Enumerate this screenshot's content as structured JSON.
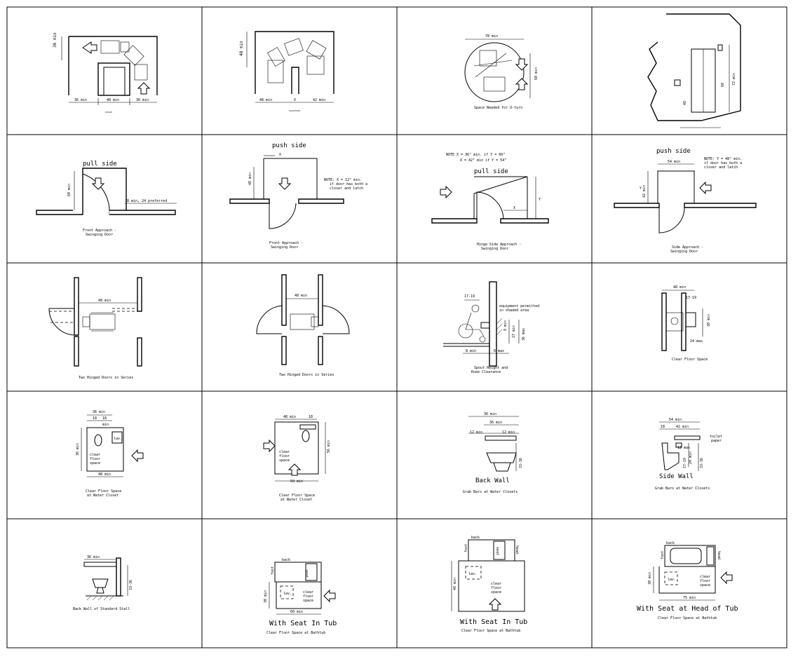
{
  "cells": [
    {
      "id": "r1c1",
      "dims": [
        "36 min",
        "36 min",
        "48 min",
        "36 min"
      ],
      "caption": ""
    },
    {
      "id": "r1c2",
      "dims": [
        "48 min",
        "48 min",
        "X",
        "42 min"
      ],
      "caption": ""
    },
    {
      "id": "r1c3",
      "dims": [
        "78 min",
        "60 min"
      ],
      "caption": "Space Needed for U-turn"
    },
    {
      "id": "r1c4",
      "dims": [
        "48",
        "60",
        "72 min"
      ],
      "caption": ""
    },
    {
      "id": "r2c1",
      "heading": "pull side",
      "dims": [
        "60 min",
        "18 min, 24 preferred"
      ],
      "caption": [
        "Front Approach -",
        "Swinging Door"
      ]
    },
    {
      "id": "r2c2",
      "heading": "push side",
      "dims": [
        "X",
        "48 min"
      ],
      "note": [
        "NOTE: X = 12\" min.",
        "if door has both a",
        "closer and latch"
      ],
      "caption": [
        "Front Approach -",
        "Swinging Door"
      ]
    },
    {
      "id": "r2c3",
      "note": [
        "NOTE X = 36\" min. if Y = 60\"",
        "X = 42\" min if Y = 54\""
      ],
      "heading": "pull side",
      "dims": [
        "X",
        "Y"
      ],
      "caption": [
        "Hinge Side Approach -",
        "Swinging Door"
      ]
    },
    {
      "id": "r2c4",
      "heading": "push side",
      "note": [
        "NOTE: Y = 48\" min.",
        "if door has both a",
        "closer and latch"
      ],
      "dims": [
        "54 min",
        "Y",
        "42 min"
      ],
      "caption": [
        "Side Approach -",
        "Swinging Door"
      ]
    },
    {
      "id": "r3c1",
      "dims": [
        "48 min"
      ],
      "caption": "Two Hinged Doors in Series"
    },
    {
      "id": "r3c2",
      "dims": [
        "48 min"
      ],
      "caption": "Two Hinged Doors in Series"
    },
    {
      "id": "r3c3",
      "dims": [
        "17-19",
        "8 min",
        "27 min",
        "36 max",
        "8 min",
        "6 max"
      ],
      "note": [
        "equipment permitted",
        "in shaded area"
      ],
      "caption": [
        "Spout Height and",
        "Knee Clearance"
      ]
    },
    {
      "id": "r3c4",
      "dims": [
        "48 min",
        "17-19",
        "30 min",
        "24 max"
      ],
      "caption": "Clear Floor Space"
    },
    {
      "id": "r4c1",
      "dims": [
        "36 min",
        "18",
        "18",
        "min",
        "36 min",
        "48 min"
      ],
      "labels": [
        "lav.",
        "clear",
        "floor",
        "space"
      ],
      "caption": [
        "Clear Floor Space",
        "at Water Closet"
      ]
    },
    {
      "id": "r4c2",
      "dims": [
        "48 min",
        "18",
        "56 min",
        "60 min"
      ],
      "labels": [
        "clear",
        "floor",
        "space"
      ],
      "caption": [
        "Clear Floor Space",
        "at Water Closet"
      ]
    },
    {
      "id": "r4c3",
      "dims": [
        "36 min",
        "36 min",
        "12 min",
        "12 min",
        "33-36"
      ],
      "heading": "Back Wall",
      "caption": "Grab Bars at Water Closets"
    },
    {
      "id": "r4c4",
      "dims": [
        "54 min",
        "18",
        "42 min",
        "12 max",
        "24 min",
        "33-36",
        "17-19"
      ],
      "labels": [
        "toilet",
        "paper"
      ],
      "heading": "Side Wall",
      "caption": "Grab Bars at Water Closets"
    },
    {
      "id": "r5c1",
      "dims": [
        "36 min",
        "33-36"
      ],
      "caption": "Back Wall of Standard Stall"
    },
    {
      "id": "r5c2",
      "dims": [
        "30 min",
        "60 min"
      ],
      "labels": [
        "back",
        "foot",
        "seat",
        "lav.",
        "clear",
        "floor",
        "space"
      ],
      "heading": "With Seat In Tub",
      "caption": "Clear Floor Space at Bathtub"
    },
    {
      "id": "r5c3",
      "dims": [
        "48 min"
      ],
      "labels": [
        "back",
        "foot",
        "seat",
        "head",
        "lav.",
        "clear",
        "floor",
        "space"
      ],
      "heading": "With Seat In Tub",
      "caption": "Clear Floor Space at Bathtub"
    },
    {
      "id": "r5c4",
      "dims": [
        "30 min",
        "75 min"
      ],
      "labels": [
        "back",
        "foot",
        "head",
        "lav.",
        "clear",
        "floor",
        "space"
      ],
      "heading": "With Seat at Head of Tub",
      "caption": "Clear Floor Space at Bathtub"
    }
  ]
}
